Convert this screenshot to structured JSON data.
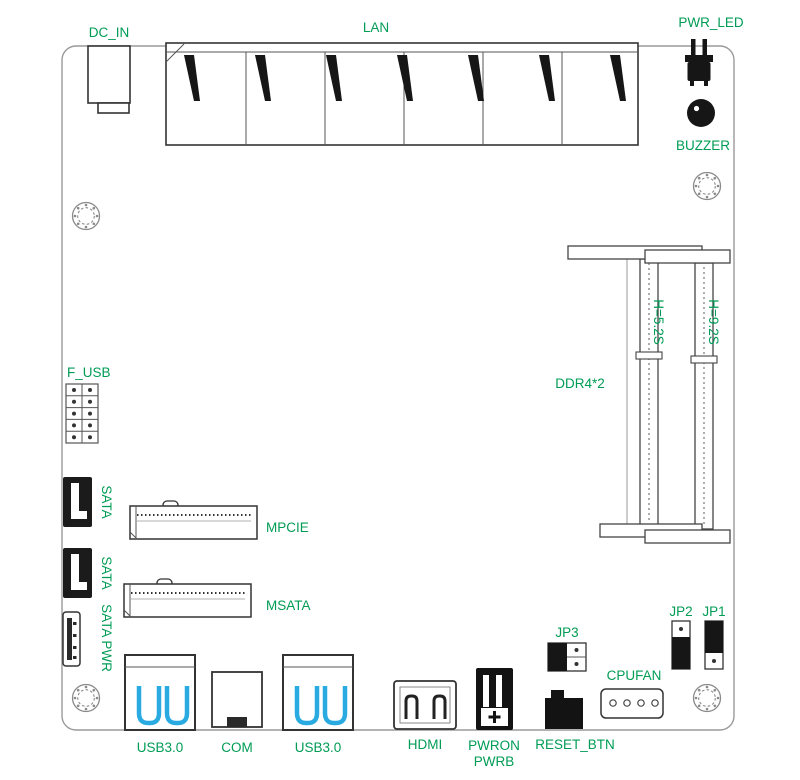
{
  "colors": {
    "label_green": "#009C55",
    "usb_blue": "#29ABE2",
    "component_line": "#333333",
    "component_black": "#161616",
    "board_outline": "#9A9A9A",
    "background": "#FFFFFF"
  },
  "labels": {
    "dc_in": "DC_IN",
    "lan": "LAN",
    "pwr_led": "PWR_LED",
    "buzzer": "BUZZER",
    "ddr4": "DDR4*2",
    "ddr_h1": "H=5.2S",
    "ddr_h2": "H=9.2S",
    "f_usb": "F_USB",
    "sata_a": "SATA",
    "sata_b": "SATA",
    "sata_pwr": "SATA PWR",
    "mpcie": "MPCIE",
    "msata": "MSATA",
    "usb30_a": "USB3.0",
    "com": "COM",
    "usb30_b": "USB3.0",
    "hdmi": "HDMI",
    "pwron": "PWRON",
    "pwrb": "PWRB",
    "reset_btn": "RESET_BTN",
    "cpufan": "CPUFAN",
    "jp3": "JP3",
    "jp2": "JP2",
    "jp1": "JP1"
  }
}
